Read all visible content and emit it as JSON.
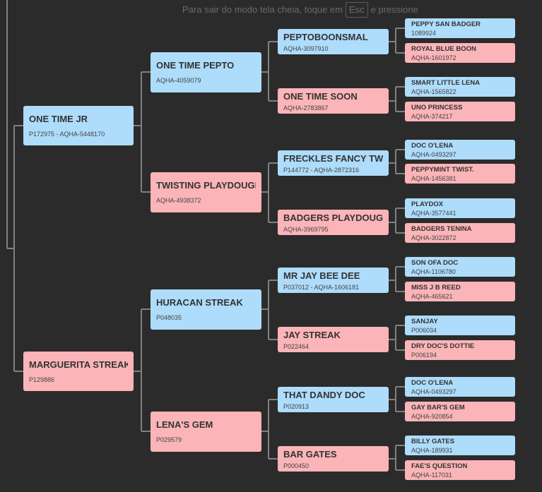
{
  "hint": {
    "before": "Para sair do modo tela cheia, toque em",
    "key": "Esc",
    "after": "e pressione"
  },
  "colors": {
    "background": "#2b2b2b",
    "male": "#aedcfb",
    "female": "#fbb4b8",
    "line": "#808080"
  },
  "pedigree": {
    "g1": [
      {
        "name": "ONE TIME JR",
        "reg": "P172975 - AQHA-5448170",
        "sex": "male"
      },
      {
        "name": "MARGUERITA STREAK",
        "reg": "P129886",
        "sex": "female"
      }
    ],
    "g2": [
      {
        "name": "ONE TIME PEPTO",
        "reg": "AQHA-4059079",
        "sex": "male"
      },
      {
        "name": "TWISTING PLAYDOUGH",
        "reg": "AQHA-4938372",
        "sex": "female"
      },
      {
        "name": "HURACAN STREAK",
        "reg": "P048035",
        "sex": "male"
      },
      {
        "name": "LENA'S GEM",
        "reg": "P029579",
        "sex": "female"
      }
    ],
    "g3": [
      {
        "name": "PEPTOBOONSMAL",
        "reg": "AQHA-3097910",
        "sex": "male"
      },
      {
        "name": "ONE TIME SOON",
        "reg": "AQHA-2783867",
        "sex": "female"
      },
      {
        "name": "FRECKLES FANCY TWIST",
        "reg": "P144772 - AQHA-2872316",
        "sex": "male"
      },
      {
        "name": "BADGERS PLAYDOUGH",
        "reg": "AQHA-3969795",
        "sex": "female"
      },
      {
        "name": "MR JAY BEE DEE",
        "reg": "P037012 - AQHA-1606181",
        "sex": "male"
      },
      {
        "name": "JAY STREAK",
        "reg": "P022464",
        "sex": "female"
      },
      {
        "name": "THAT DANDY DOC",
        "reg": "P020913",
        "sex": "male"
      },
      {
        "name": "BAR GATES",
        "reg": "P000450",
        "sex": "female"
      }
    ],
    "g4": [
      {
        "name": "PEPPY SAN BADGER",
        "reg": "1089924",
        "sex": "male"
      },
      {
        "name": "ROYAL BLUE BOON",
        "reg": "AQHA-1601972",
        "sex": "female"
      },
      {
        "name": "SMART LITTLE LENA",
        "reg": "AQHA-1565822",
        "sex": "male"
      },
      {
        "name": "UNO PRINCESS",
        "reg": "AQHA-374217",
        "sex": "female"
      },
      {
        "name": "DOC O'LENA",
        "reg": "AQHA-0493297",
        "sex": "male"
      },
      {
        "name": "PEPPYMINT TWIST.",
        "reg": "AQHA-1456381",
        "sex": "female"
      },
      {
        "name": "PLAYDOX",
        "reg": "AQHA-3577441",
        "sex": "male"
      },
      {
        "name": "BADGERS TENINA",
        "reg": "AQHA-3022872",
        "sex": "female"
      },
      {
        "name": "SON OFA DOC",
        "reg": "AQHA-1106780",
        "sex": "male"
      },
      {
        "name": "MISS J B REED",
        "reg": "AQHA-465621",
        "sex": "female"
      },
      {
        "name": "SANJAY",
        "reg": "P006034",
        "sex": "male"
      },
      {
        "name": "DRY DOC'S DOTTIE",
        "reg": "P006194",
        "sex": "female"
      },
      {
        "name": "DOC O'LENA",
        "reg": "AQHA-0493297",
        "sex": "male"
      },
      {
        "name": "GAY BAR'S GEM",
        "reg": "AQHA-920854",
        "sex": "female"
      },
      {
        "name": "BILLY GATES",
        "reg": "AQHA-189931",
        "sex": "male"
      },
      {
        "name": "FAE'S QUESTION",
        "reg": "AQHA-117031",
        "sex": "female"
      }
    ]
  }
}
